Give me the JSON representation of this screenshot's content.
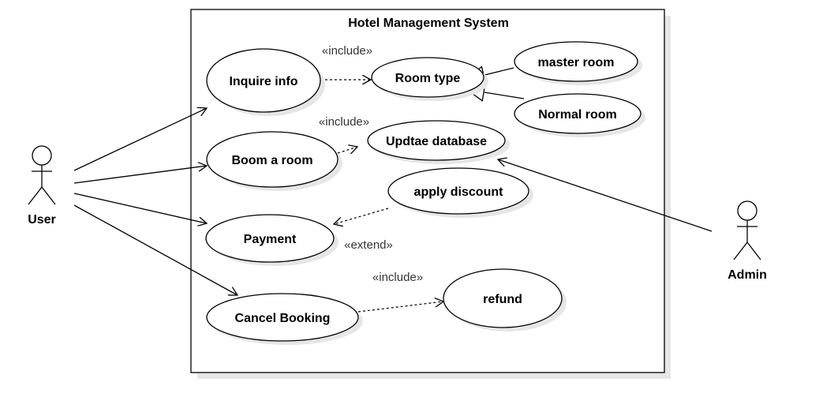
{
  "system": {
    "title": "Hotel Management System"
  },
  "actors": {
    "user": "User",
    "admin": "Admin"
  },
  "use_cases": {
    "inquire_info": "Inquire info",
    "room_type": "Room type",
    "master_room": "master room",
    "normal_room": "Normal room",
    "book_room": "Boom a room",
    "update_database": "Updtae database",
    "apply_discount": "apply discount",
    "payment": "Payment",
    "cancel_booking": "Cancel Booking",
    "refund": "refund"
  },
  "stereotypes": {
    "include_room_type": "«include»",
    "include_update_db": "«include»",
    "extend_discount": "«extend»",
    "include_refund": "«include»"
  },
  "colors": {
    "stroke": "#000000",
    "background": "#ffffff",
    "shadow": "#e6e6e6"
  }
}
